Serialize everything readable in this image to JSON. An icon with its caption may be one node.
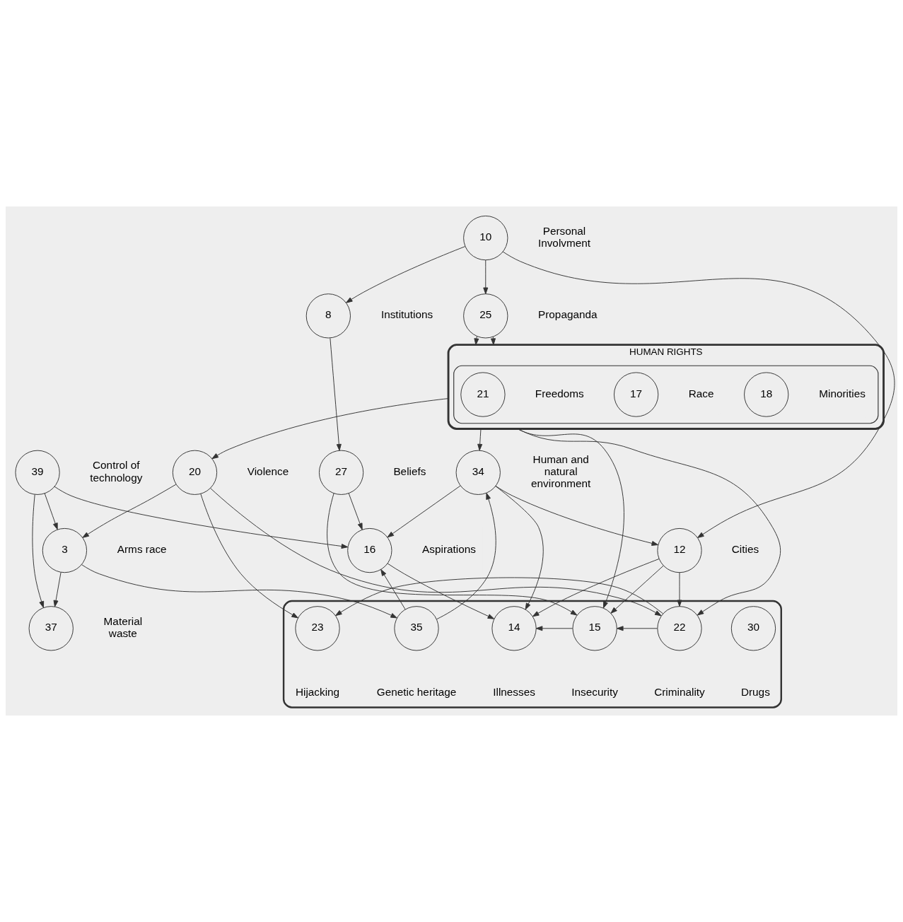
{
  "diagram": {
    "nodes": [
      {
        "text": [
          "HUMAN RIGHTS"
        ]
      },
      {
        "text": [],
        "shape": "cloud",
        "in": 0
      },
      {
        "text": [
          "18"
        ],
        "in": 1,
        "beside": [
          "Minorities"
        ]
      },
      {
        "text": [
          "17"
        ],
        "in": 1,
        "beside": [
          "Race"
        ]
      },
      {
        "text": [
          "21"
        ],
        "in": 1,
        "beside": [
          "Freedoms"
        ]
      },
      {
        "text": [
          "39"
        ],
        "beside": [
          "Control of technology"
        ]
      },
      {
        "text": [
          "25"
        ],
        "beside": [
          "Propaganda"
        ]
      },
      {
        "text": [
          "10"
        ],
        "beside": [
          "Personal Involvment"
        ]
      },
      {
        "text": [
          "8"
        ],
        "beside": [
          "Institutions"
        ]
      },
      {
        "text": [
          "12"
        ],
        "beside": [
          "Cities"
        ]
      },
      {
        "text": [
          "20"
        ],
        "beside": [
          "Violence"
        ]
      },
      {
        "text": [
          "27"
        ],
        "beside": [
          "Beliefs"
        ]
      },
      {
        "text": [
          "16"
        ],
        "beside": [
          "Aspirations"
        ]
      },
      {
        "text": [
          "34"
        ],
        "beside": [
          "Human and natural environment"
        ]
      },
      {
        "text": [
          "3"
        ],
        "beside": [
          "Arms race"
        ]
      },
      {
        "text": [
          "37"
        ],
        "beside": [
          "Material waste"
        ]
      },
      {
        "text": [],
        "shape": "box"
      },
      {
        "text": [
          "23"
        ],
        "in": 16,
        "beside": [
          "Hijacking"
        ]
      },
      {
        "text": [
          "30"
        ],
        "in": 16,
        "beside": [
          "Drugs"
        ]
      },
      {
        "text": [
          "14"
        ],
        "in": 16,
        "beside": [
          "Illnesses"
        ]
      },
      {
        "text": [
          "15"
        ],
        "in": 16,
        "beside": [
          "Insecurity"
        ]
      },
      {
        "text": [
          "22"
        ],
        "in": 16,
        "beside": [
          "Criminality"
        ]
      },
      {
        "text": [
          "35"
        ],
        "in": 16,
        "beside": [
          "Genetic heritage"
        ]
      }
    ],
    "edges": [
      {
        "from": 7,
        "to": 6,
        "arrow": "to"
      },
      {
        "from": 6,
        "to": 0,
        "arrow": "to"
      },
      {
        "from": 6,
        "to": 0,
        "arrow": "to"
      },
      {
        "from": 7,
        "to": 8,
        "arrow": "to"
      },
      {
        "from": 7,
        "to": 9,
        "arrow": "to"
      },
      {
        "from": 8,
        "to": 11,
        "arrow": "to"
      },
      {
        "from": 11,
        "to": 12,
        "arrow": "to"
      },
      {
        "from": 0,
        "to": 10,
        "arrow": "to"
      },
      {
        "from": 5,
        "to": 12,
        "arrow": "to"
      },
      {
        "from": 5,
        "to": 14,
        "arrow": "to"
      },
      {
        "from": 5,
        "to": 15,
        "arrow": "to"
      },
      {
        "from": 10,
        "to": 14,
        "arrow": "to"
      },
      {
        "from": 14,
        "to": 15,
        "arrow": "to"
      },
      {
        "from": 0,
        "to": 13,
        "arrow": "to"
      },
      {
        "from": 13,
        "to": 9,
        "arrow": "to"
      },
      {
        "from": 13,
        "to": 12,
        "arrow": "to"
      },
      {
        "from": 22,
        "to": 13,
        "arrow": "to"
      },
      {
        "from": 22,
        "to": 12,
        "arrow": "to"
      },
      {
        "from": 10,
        "to": 17,
        "arrow": "to"
      },
      {
        "from": 9,
        "to": 19,
        "arrow": "to"
      },
      {
        "from": 12,
        "to": 19,
        "arrow": "to"
      },
      {
        "from": 13,
        "to": 19,
        "arrow": "to"
      },
      {
        "from": 9,
        "to": 20,
        "arrow": "to"
      },
      {
        "from": 11,
        "to": 20,
        "arrow": "to"
      },
      {
        "from": 0,
        "to": 20,
        "arrow": "to"
      },
      {
        "from": 9,
        "to": 21,
        "arrow": "to"
      },
      {
        "from": 0,
        "to": 21,
        "arrow": "to"
      },
      {
        "from": 10,
        "to": 21,
        "arrow": "to"
      },
      {
        "from": 14,
        "to": 22,
        "arrow": "to"
      },
      {
        "from": 21,
        "to": 20,
        "arrow": "to"
      },
      {
        "from": 20,
        "to": 19,
        "arrow": "to"
      },
      {
        "from": 21,
        "to": 17,
        "arrow": "to"
      }
    ]
  }
}
